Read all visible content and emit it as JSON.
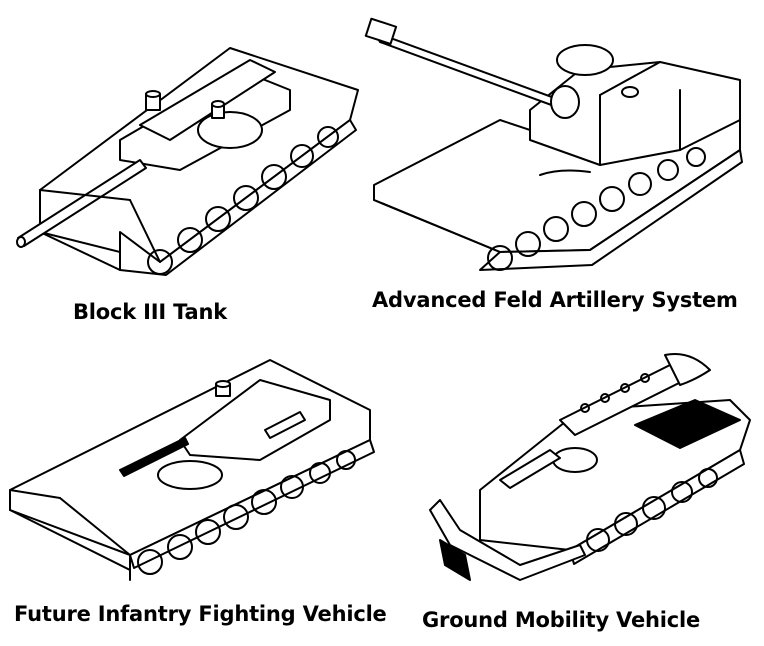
{
  "figure": {
    "panels": [
      {
        "caption": "Block III Tank",
        "vehicle_icon": "tank-icon"
      },
      {
        "caption": "Advanced Feld Artillery System",
        "vehicle_icon": "self-propelled-howitzer-icon"
      },
      {
        "caption": "Future Infantry Fighting Vehicle",
        "vehicle_icon": "infantry-fighting-vehicle-icon"
      },
      {
        "caption": "Ground Mobility Vehicle",
        "vehicle_icon": "mine-plow-vehicle-icon"
      }
    ]
  },
  "style": {
    "line_color": "#000000",
    "background": "#ffffff"
  }
}
